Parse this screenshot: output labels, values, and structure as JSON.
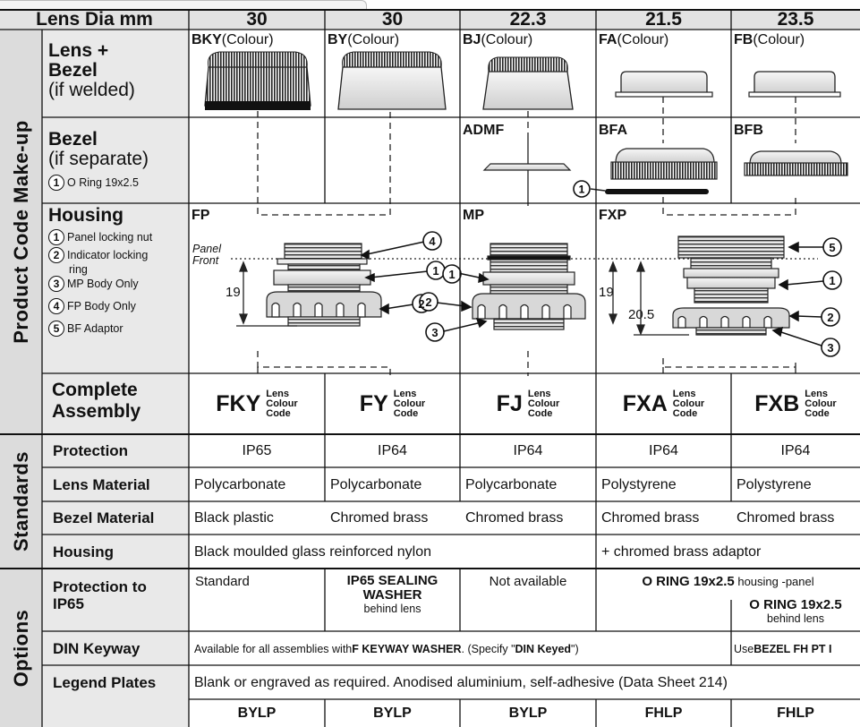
{
  "header": {
    "corner": "Lens Dia mm",
    "diameters": [
      "30",
      "30",
      "22.3",
      "21.5",
      "23.5"
    ]
  },
  "sections": {
    "make_up": "Product Code Make-up",
    "standards": "Standards",
    "options": "Options"
  },
  "lens_bezel": {
    "label_line1": "Lens +",
    "label_line2": "Bezel",
    "label_line3": "(if welded)",
    "codes": [
      "BKY",
      "BY",
      "BJ",
      "FA",
      "FB"
    ],
    "colour": "(Colour)"
  },
  "bezel_separate": {
    "label_line1": "Bezel",
    "label_line2": "(if separate)",
    "oring_num": "1",
    "oring_text": "O Ring 19x2.5",
    "codes": [
      "ADMF",
      "BFA",
      "BFB"
    ],
    "callout": "1"
  },
  "housing": {
    "label": "Housing",
    "items": [
      {
        "num": "1",
        "text": "Panel locking nut"
      },
      {
        "num": "2",
        "text": "Indicator locking"
      },
      {
        "num": "",
        "text": "ring"
      },
      {
        "num": "3",
        "text": "MP Body Only"
      },
      {
        "num": "4",
        "text": "FP Body Only"
      },
      {
        "num": "5",
        "text": "BF Adaptor"
      }
    ],
    "codes": [
      "FP",
      "MP",
      "FXP"
    ],
    "panel_line1": "Panel",
    "panel_line2": "Front",
    "dim1": "19",
    "dim2": "19",
    "dim3": "20.5",
    "callouts": [
      "1",
      "2",
      "3",
      "4",
      "5"
    ]
  },
  "complete_assembly": {
    "label_line1": "Complete",
    "label_line2": "Assembly",
    "codes": [
      "FKY",
      "FY",
      "FJ",
      "FXA",
      "FXB"
    ],
    "lcc1": "Lens",
    "lcc2": "Colour",
    "lcc3": "Code"
  },
  "standards": {
    "protection": {
      "label": "Protection",
      "values": [
        "IP65",
        "IP64",
        "IP64",
        "IP64",
        "IP64"
      ]
    },
    "lens_material": {
      "label": "Lens Material",
      "values": [
        "Polycarbonate",
        "Polycarbonate",
        "Polycarbonate",
        "Polystyrene",
        "Polystyrene"
      ]
    },
    "bezel_material": {
      "label": "Bezel Material",
      "values": [
        "Black plastic",
        "Chromed brass",
        "Chromed brass",
        "Chromed brass",
        "Chromed brass"
      ]
    },
    "housing": {
      "label": "Housing",
      "left": "Black moulded glass reinforced nylon",
      "right": "+ chromed brass adaptor"
    }
  },
  "options": {
    "protection_ip65": {
      "label_line1": "Protection to",
      "label_line2": "IP65",
      "standard": "Standard",
      "seal_line1": "IP65 SEALING",
      "seal_line2": "WASHER",
      "seal_line3": "behind lens",
      "not_available": "Not available",
      "oring_bold": "O RING 19x2.5",
      "oring_rest": " housing -panel",
      "oring2_bold": "O RING 19x2.5",
      "oring2_rest": "behind lens"
    },
    "din": {
      "label": "DIN Keyway",
      "t1": "Available for all assemblies with ",
      "t2": "F KEYWAY WASHER",
      "t3": ". (Specify \"",
      "t4": "DIN Keyed",
      "t5": "\")",
      "u1": "Use ",
      "u2": "BEZEL FH PT I"
    },
    "legend": {
      "label": "Legend Plates",
      "text": "Blank or engraved as required. Anodised aluminium, self-adhesive (Data Sheet 214)",
      "codes": [
        "BYLP",
        "BYLP",
        "BYLP",
        "FHLP",
        "FHLP"
      ]
    }
  }
}
